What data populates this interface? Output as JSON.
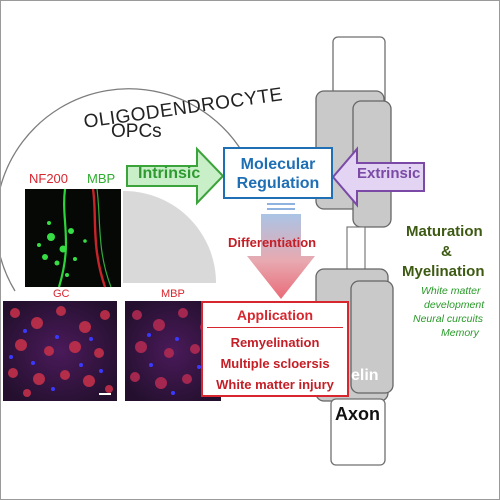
{
  "header": {
    "title": "OLIGODENDROCYTE",
    "subtitle": "OPCs"
  },
  "micrographs": {
    "top_left": {
      "label_a": "NF200",
      "label_b": "MBP"
    },
    "bottom_left": {
      "label": "GC"
    },
    "bottom_right": {
      "label": "MBP"
    }
  },
  "arrows": {
    "intrinsic": "Intrinsic",
    "extrinsic": "Extrinsic",
    "differentiation": "Differentiation"
  },
  "center_box": {
    "line1": "Molecular",
    "line2": "Regulation"
  },
  "application": {
    "title": "Application",
    "items": [
      "Remyelination",
      "Multiple scloersis",
      "White matter injury"
    ]
  },
  "right_panel": {
    "maturation": "Maturation",
    "ampersand": "&",
    "myelination": "Myelination",
    "notes": [
      "White matter",
      "development",
      "Neural curcuits",
      "Memory"
    ]
  },
  "axon": {
    "label": "Axon",
    "myelin_fragment": "elin"
  },
  "colors": {
    "blue": "#1f6fb5",
    "green": "#3aa33a",
    "purple": "#7a4aa6",
    "red": "#d7262e",
    "olive": "#3d5a12",
    "pale_green": "#c8efc8",
    "pale_purple": "#e2d4f2"
  }
}
